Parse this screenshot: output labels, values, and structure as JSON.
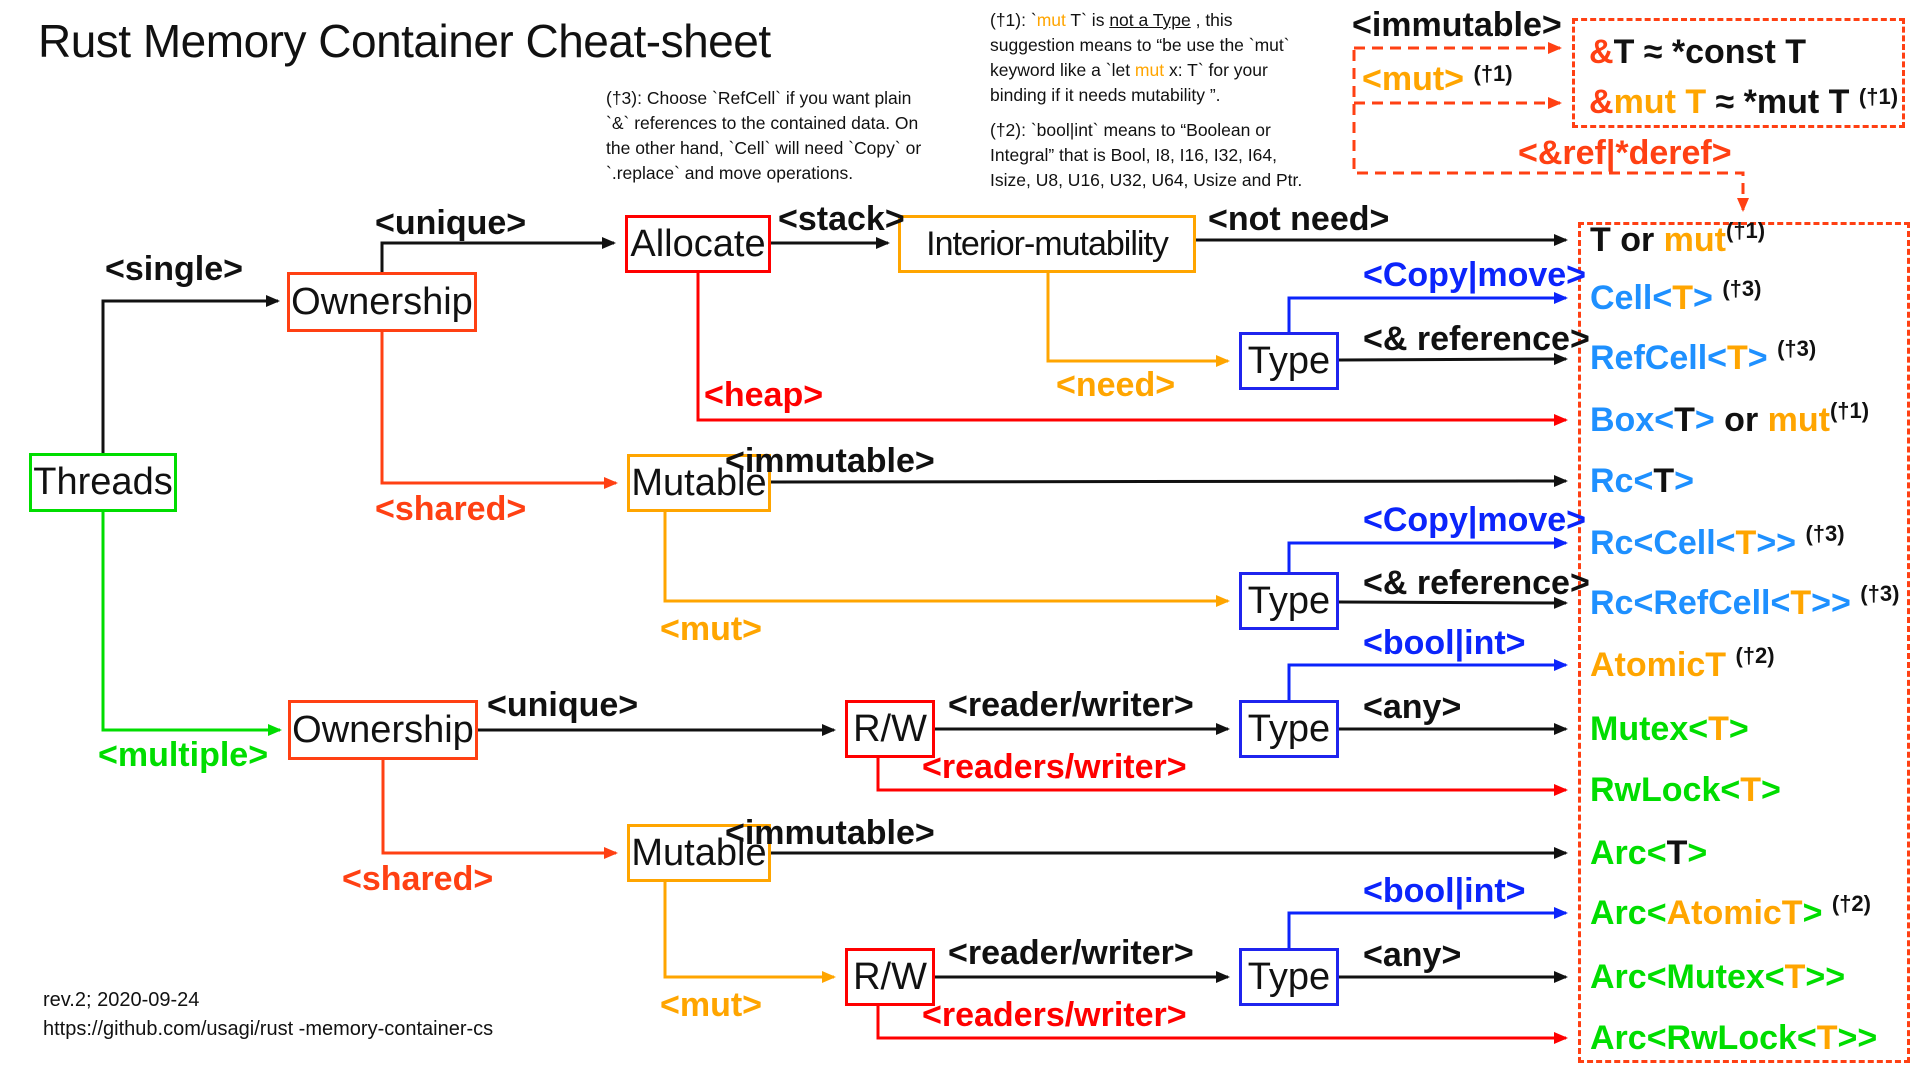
{
  "title": "Rust Memory Container Cheat-sheet",
  "colors": {
    "black": "#111111",
    "red": "#FF0000",
    "orangered": "#FF4013",
    "orange": "#FFA500",
    "blue": "#0B24FB",
    "azure": "#1E90FF",
    "green": "#00DD00"
  },
  "nodes": {
    "threads": "Threads",
    "ownership": "Ownership",
    "allocate": "Allocate",
    "interior_mutability": "Interior-mutability",
    "mutable": "Mutable",
    "type": "Type",
    "rw": "R/W"
  },
  "edges": {
    "single": "<single>",
    "unique": "<unique>",
    "stack": "<stack>",
    "not_need": "<not need>",
    "need": "<need>",
    "copy_move": "<Copy|move>",
    "reference": "<& reference>",
    "heap": "<heap>",
    "shared": "<shared>",
    "immutable": "<immutable>",
    "mut": "<mut>",
    "multiple": "<multiple>",
    "reader_writer": "<reader/writer>",
    "readers_writer": "<readers/writer>",
    "bool_int": "<bool|int>",
    "any": "<any>"
  },
  "top_right": {
    "immutable_label": "<immutable>",
    "mut_label": "<mut>",
    "mut_sup": "(†1)",
    "eq1": [
      {
        "t": "&",
        "c": "orangered"
      },
      {
        "t": "T ≈ *const T",
        "c": "black"
      }
    ],
    "eq2": [
      {
        "t": "&",
        "c": "orangered"
      },
      {
        "t": "mut T",
        "c": "orange"
      },
      {
        "t": " ≈ *mut T ",
        "c": "black"
      },
      {
        "t": "(†1)",
        "c": "black",
        "sup": 1
      }
    ],
    "ref_deref": "<&ref|*deref>"
  },
  "notes": {
    "t1": {
      "lines": [
        [
          {
            "t": "(†1): `",
            "c": "black"
          },
          {
            "t": "mut",
            "c": "orange"
          },
          {
            "t": " T` is ",
            "c": "black"
          },
          {
            "t": "not a Type",
            "c": "black",
            "u": 1
          },
          {
            "t": " , this",
            "c": "black"
          }
        ],
        [
          {
            "t": "suggestion means to “be use the `mut`",
            "c": "black"
          }
        ],
        [
          {
            "t": "keyword like a `let  ",
            "c": "black"
          },
          {
            "t": "mut",
            "c": "orange"
          },
          {
            "t": " x: T` for your",
            "c": "black"
          }
        ],
        [
          {
            "t": "binding if it needs mutability ”.",
            "c": "black"
          }
        ]
      ]
    },
    "t2": {
      "lines": [
        "(†2): `bool|int` means to “Boolean or",
        "Integral” that is Bool, I8, I16, I32, I64,",
        "Isize, U8, U16, U32, U64,  Usize and Ptr."
      ]
    },
    "t3": {
      "lines": [
        "(†3): Choose `RefCell` if you want plain",
        "`&` references to the contained data. On",
        "the other hand, `Cell` will need `Copy` or",
        "`.replace` and move operations."
      ]
    }
  },
  "results": [
    {
      "name": "t-or-mut",
      "segments": [
        {
          "t": "T or ",
          "c": "black"
        },
        {
          "t": "mut",
          "c": "orange"
        },
        {
          "t": "(†1)",
          "c": "black",
          "sup": 1
        }
      ]
    },
    {
      "name": "cell",
      "segments": [
        {
          "t": "Cell<",
          "c": "azure"
        },
        {
          "t": "T",
          "c": "orange"
        },
        {
          "t": ">",
          "c": "azure"
        },
        {
          "t": " ",
          "c": "black"
        },
        {
          "t": "(†3)",
          "c": "black",
          "sup": 1
        }
      ]
    },
    {
      "name": "refcell",
      "segments": [
        {
          "t": "RefCell<",
          "c": "azure"
        },
        {
          "t": "T",
          "c": "orange"
        },
        {
          "t": ">",
          "c": "azure"
        },
        {
          "t": " ",
          "c": "black"
        },
        {
          "t": "(†3)",
          "c": "black",
          "sup": 1
        }
      ]
    },
    {
      "name": "box-or-mut",
      "segments": [
        {
          "t": "Box<",
          "c": "azure"
        },
        {
          "t": "T",
          "c": "black"
        },
        {
          "t": ">",
          "c": "azure"
        },
        {
          "t": " or ",
          "c": "black"
        },
        {
          "t": "mut",
          "c": "orange"
        },
        {
          "t": "(†1)",
          "c": "black",
          "sup": 1
        }
      ]
    },
    {
      "name": "rc",
      "segments": [
        {
          "t": "Rc<",
          "c": "azure"
        },
        {
          "t": "T",
          "c": "black"
        },
        {
          "t": ">",
          "c": "azure"
        }
      ]
    },
    {
      "name": "rc-cell",
      "segments": [
        {
          "t": "Rc<Cell<",
          "c": "azure"
        },
        {
          "t": "T",
          "c": "orange"
        },
        {
          "t": ">>",
          "c": "azure"
        },
        {
          "t": " ",
          "c": "black"
        },
        {
          "t": "(†3)",
          "c": "black",
          "sup": 1
        }
      ]
    },
    {
      "name": "rc-refcell",
      "segments": [
        {
          "t": "Rc<RefCell<",
          "c": "azure"
        },
        {
          "t": "T",
          "c": "orange"
        },
        {
          "t": ">>",
          "c": "azure"
        },
        {
          "t": " ",
          "c": "black"
        },
        {
          "t": "(†3)",
          "c": "black",
          "sup": 1
        }
      ]
    },
    {
      "name": "atomict",
      "segments": [
        {
          "t": "AtomicT",
          "c": "orange"
        },
        {
          "t": " ",
          "c": "black"
        },
        {
          "t": "(†2)",
          "c": "black",
          "sup": 1
        }
      ]
    },
    {
      "name": "mutex",
      "segments": [
        {
          "t": "Mutex<",
          "c": "green"
        },
        {
          "t": "T",
          "c": "orange"
        },
        {
          "t": ">",
          "c": "green"
        }
      ]
    },
    {
      "name": "rwlock",
      "segments": [
        {
          "t": "RwLock<",
          "c": "green"
        },
        {
          "t": "T",
          "c": "orange"
        },
        {
          "t": ">",
          "c": "green"
        }
      ]
    },
    {
      "name": "arc",
      "segments": [
        {
          "t": "Arc<",
          "c": "green"
        },
        {
          "t": "T",
          "c": "black"
        },
        {
          "t": ">",
          "c": "green"
        }
      ]
    },
    {
      "name": "arc-atomict",
      "segments": [
        {
          "t": "Arc<",
          "c": "green"
        },
        {
          "t": "AtomicT",
          "c": "orange"
        },
        {
          "t": ">",
          "c": "green"
        },
        {
          "t": " ",
          "c": "black"
        },
        {
          "t": "(†2)",
          "c": "black",
          "sup": 1
        }
      ]
    },
    {
      "name": "arc-mutex",
      "segments": [
        {
          "t": "Arc<Mutex<",
          "c": "green"
        },
        {
          "t": "T",
          "c": "orange"
        },
        {
          "t": ">>",
          "c": "green"
        }
      ]
    },
    {
      "name": "arc-rwlock",
      "segments": [
        {
          "t": "Arc<RwLock<",
          "c": "green"
        },
        {
          "t": "T",
          "c": "orange"
        },
        {
          "t": ">>",
          "c": "green"
        }
      ]
    }
  ],
  "footer": {
    "line1": "rev.2; 2020-09-24",
    "line2": "https://github.com/usagi/rust -memory-container-cs"
  }
}
